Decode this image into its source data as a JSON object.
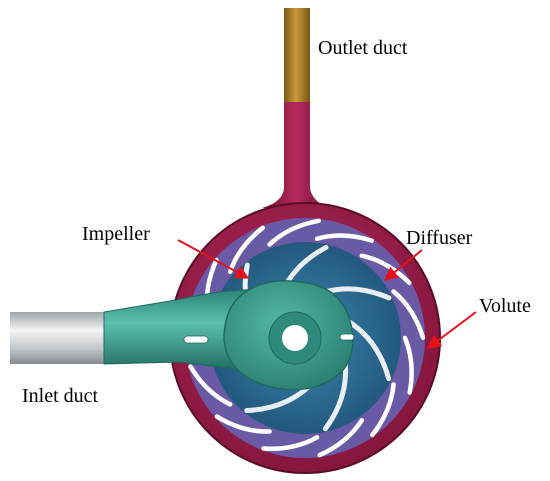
{
  "labels": {
    "outlet": "Outlet duct",
    "impeller": "Impeller",
    "diffuser": "Diffuser",
    "volute": "Volute",
    "inlet": "Inlet duct"
  },
  "colors": {
    "volute": "#9b1d4a",
    "volute_dark": "#6e0f33",
    "outlet_duct": "#b7862a",
    "outlet_duct_dark": "#7a5614",
    "diffuser_ring": "#6a5aa6",
    "impeller": "#2f6f98",
    "vane": "#ffffff",
    "inlet_teal": "#3a9e8e",
    "inlet_grey": "#cfd3d6",
    "arrow": "#e5121e"
  },
  "counts": {
    "diffuser_vanes": 13,
    "impeller_blades": 7
  }
}
